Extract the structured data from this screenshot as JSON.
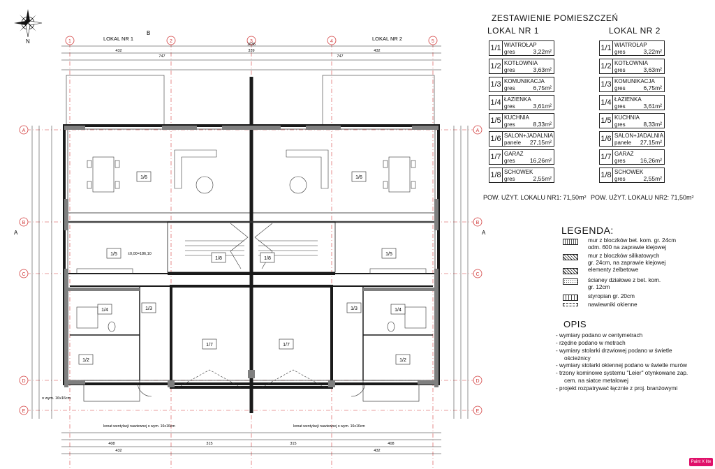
{
  "header": {
    "title": "ZESTAWIENIE POMIESZCZEŃ",
    "lokal1": "LOKAL NR 1",
    "lokal2": "LOKAL NR 2"
  },
  "compass": {
    "north": "N"
  },
  "plan_labels": {
    "lokal1": "LOKAL NR 1",
    "lokal2": "LOKAL NR 2",
    "section_b": "B",
    "section_a": "A",
    "axis_numbers": [
      "1",
      "2",
      "3",
      "4",
      "5"
    ],
    "axis_letters": [
      "A",
      "B",
      "C",
      "D",
      "E"
    ],
    "rooms_l": [
      "1/6",
      "1/5",
      "1/4",
      "1/3",
      "1/2",
      "1/7",
      "1/8"
    ],
    "rooms_r": [
      "1/6",
      "1/5",
      "1/4",
      "1/3",
      "1/2",
      "1/7",
      "1/8"
    ],
    "top_dims": [
      "432",
      "747",
      "1636",
      "339",
      "747",
      "432"
    ],
    "bottom_dims": [
      "432",
      "408",
      "315",
      "315",
      "408",
      "432"
    ],
    "level_00": "±0,00=186,10",
    "konat_note": "konat wentylacji nawiewnej o wym. 16x16cm",
    "ow_note": "o wym. 16x16cm"
  },
  "rooms_lokal1": [
    {
      "num": "1/1",
      "name": "WIATROŁAP",
      "material": "gres",
      "area": "3,22m²"
    },
    {
      "num": "1/2",
      "name": "KOTŁOWNIA",
      "material": "gres",
      "area": "3,63m²"
    },
    {
      "num": "1/3",
      "name": "KOMUNIKACJA",
      "material": "gres",
      "area": "6,75m²"
    },
    {
      "num": "1/4",
      "name": "ŁAZIENKA",
      "material": "gres",
      "area": "3,61m²"
    },
    {
      "num": "1/5",
      "name": "KUCHNIA",
      "material": "gres",
      "area": "8,33m²"
    },
    {
      "num": "1/6",
      "name": "SALON+JADALNIA",
      "material": "panele",
      "area": "27,15m²"
    },
    {
      "num": "1/7",
      "name": "GARAŻ",
      "material": "gres",
      "area": "16,26m²"
    },
    {
      "num": "1/8",
      "name": "SCHOWEK",
      "material": "gres",
      "area": "2,55m²"
    }
  ],
  "rooms_lokal2": [
    {
      "num": "1/1",
      "name": "WIATROŁAP",
      "material": "gres",
      "area": "3,22m²"
    },
    {
      "num": "1/2",
      "name": "KOTŁOWNIA",
      "material": "gres",
      "area": "3,63m²"
    },
    {
      "num": "1/3",
      "name": "KOMUNIKACJA",
      "material": "gres",
      "area": "6,75m²"
    },
    {
      "num": "1/4",
      "name": "ŁAZIENKA",
      "material": "gres",
      "area": "3,61m²"
    },
    {
      "num": "1/5",
      "name": "KUCHNIA",
      "material": "gres",
      "area": "8,33m²"
    },
    {
      "num": "1/6",
      "name": "SALON+JADALNIA",
      "material": "panele",
      "area": "27,15m²"
    },
    {
      "num": "1/7",
      "name": "GARAŻ",
      "material": "gres",
      "area": "16,26m²"
    },
    {
      "num": "1/8",
      "name": "SCHOWEK",
      "material": "gres",
      "area": "2,55m²"
    }
  ],
  "totals": {
    "lokal1": "POW. UŻYT. LOKALU NR1: 71,50m²",
    "lokal2": "POW. UŻYT. LOKALU NR2: 71,50m²"
  },
  "legend": {
    "title": "LEGENDA:",
    "items": [
      {
        "text1": "mur z bloczków bet. kom. gr. 24cm",
        "text2": "odm. 600 na zaprawie klejowej",
        "swatch": "dots"
      },
      {
        "text1": "mur z bloczków silikatowych",
        "text2": "gr. 24cm, na zaprawie klejowej",
        "swatch": "hatch"
      },
      {
        "text1": "elementy żelbetowe",
        "text2": "",
        "swatch": "cross"
      },
      {
        "text1": "ścianey działowe z bet. kom.",
        "text2": "gr. 12cm",
        "swatch": "dots2"
      },
      {
        "text1": "styropian gr. 20cm",
        "text2": "",
        "swatch": "insul"
      },
      {
        "text1": "nawiewniki okienne",
        "text2": "",
        "swatch": "dash"
      }
    ]
  },
  "opis": {
    "title": "OPIS",
    "items": [
      "wymiary podano w centymetrach",
      "rzędne podano w metrach",
      "wymiary stolarki drzwiowej podano w świetle",
      "ościeżnicy",
      "wymiary stolarki okiennej podano w świetle murów",
      "trzony kominowe systemu \"Leier\" otynkowane zap.",
      "cem. na siatce metalowej",
      "projekt rozpatrywać łącznie z proj. branżowymi"
    ]
  },
  "badge": "Paint X lite",
  "colors": {
    "line": "#1a1a1a",
    "grid": "#d23c3c",
    "wall": "#8a8a8a"
  }
}
